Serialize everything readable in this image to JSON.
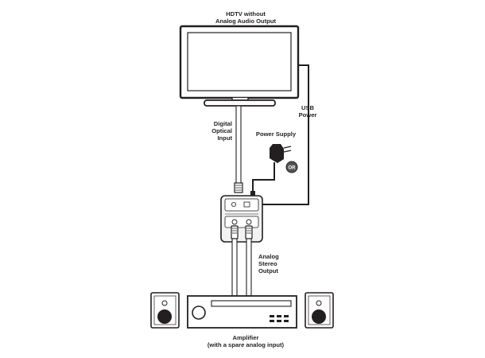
{
  "labels": {
    "tv_line1": "HDTV without",
    "tv_line2": "Analog Audio Output",
    "usb_line1": "USB",
    "usb_line2": "Power",
    "optical_line1": "Digital",
    "optical_line2": "Optical",
    "optical_line3": "Input",
    "power_supply": "Power Supply",
    "or": "OR",
    "analog_line1": "Analog",
    "analog_line2": "Stereo",
    "analog_line3": "Output",
    "amp_line1": "Amplifier",
    "amp_line2": "(with a spare analog input)"
  },
  "colors": {
    "line": "#231f20",
    "device_fill": "#f2f2f2",
    "cable_fill": "#ffffff",
    "or_badge": "#555555"
  }
}
